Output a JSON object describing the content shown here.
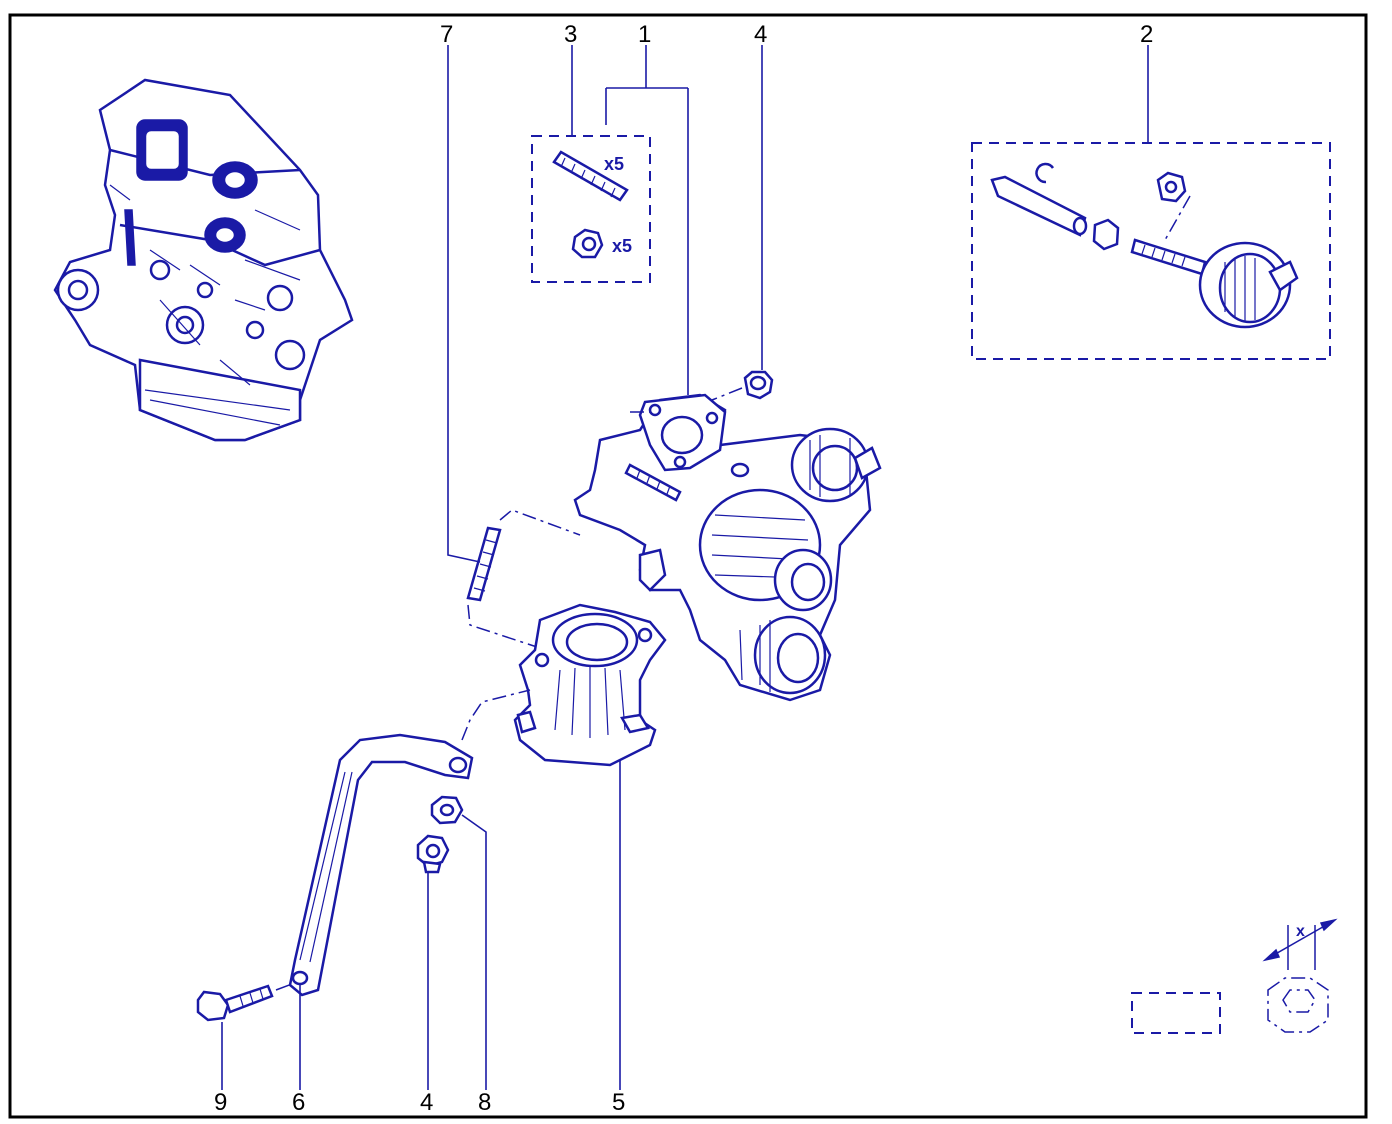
{
  "callouts": {
    "top": {
      "c7": "7",
      "c3": "3",
      "c1": "1",
      "c4": "4",
      "c2": "2"
    },
    "bottom": {
      "c9": "9",
      "c6": "6",
      "c4": "4",
      "c8": "8",
      "c5": "5"
    }
  },
  "kit_quantities": {
    "studs": "x5",
    "nuts": "x5"
  },
  "tightening_symbol": {
    "label": "x"
  },
  "colors": {
    "line_art": "#1a1aa6",
    "border": "#000000",
    "callout_text": "#000000"
  }
}
